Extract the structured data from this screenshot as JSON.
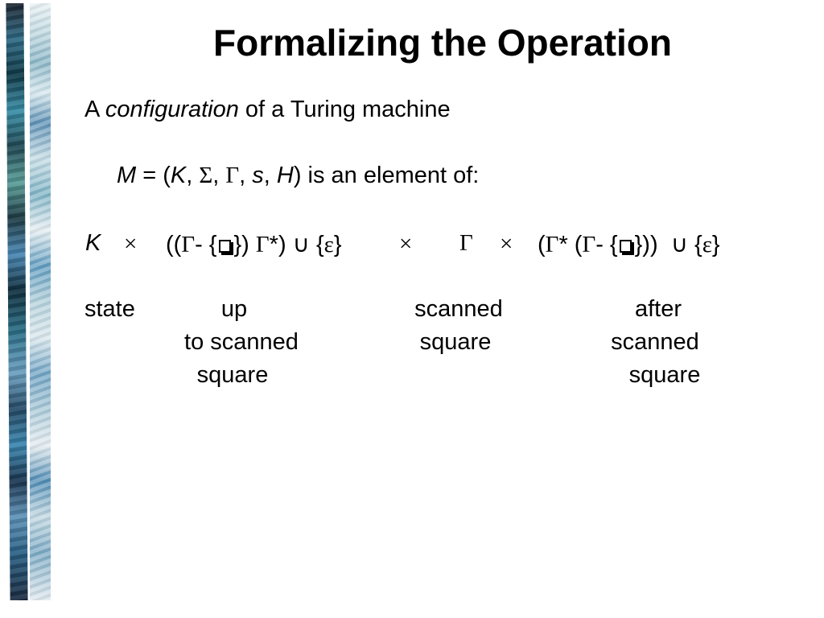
{
  "slide": {
    "title": "Formalizing the Operation",
    "intro": {
      "pre": "A ",
      "italic": "configuration",
      "post": " of a Turing machine"
    },
    "machine": {
      "M": "M",
      "eq": " = (",
      "K": "K",
      "c1": ", ",
      "Sigma": "Σ",
      "c2": ", ",
      "Gamma": "Γ",
      "c3": ", ",
      "s": "s",
      "c4": ", ",
      "H": "H",
      "tail": ") is an element of:"
    },
    "formula": {
      "K": "K",
      "times": "×",
      "open2": "((",
      "gamma": "Γ",
      "minus_open": "- {",
      "close_set_paren": "}) ",
      "gamma_star": "Γ",
      "star_paren": "*) ",
      "union": "∪",
      "eps_open": " {",
      "eps": "ε",
      "eps_close": "}",
      "open1": "(",
      "star_open": "* (",
      "close_set_parens": "}))",
      "blank_symbol": "blank-square-symbol"
    },
    "labels": {
      "state": "state",
      "up_line1": "up",
      "up_line2": "to scanned",
      "up_line3": "square",
      "scanned_line1": "scanned",
      "scanned_line2": "square",
      "after_line1": "after",
      "after_line2": "scanned",
      "after_line3": "square"
    }
  }
}
